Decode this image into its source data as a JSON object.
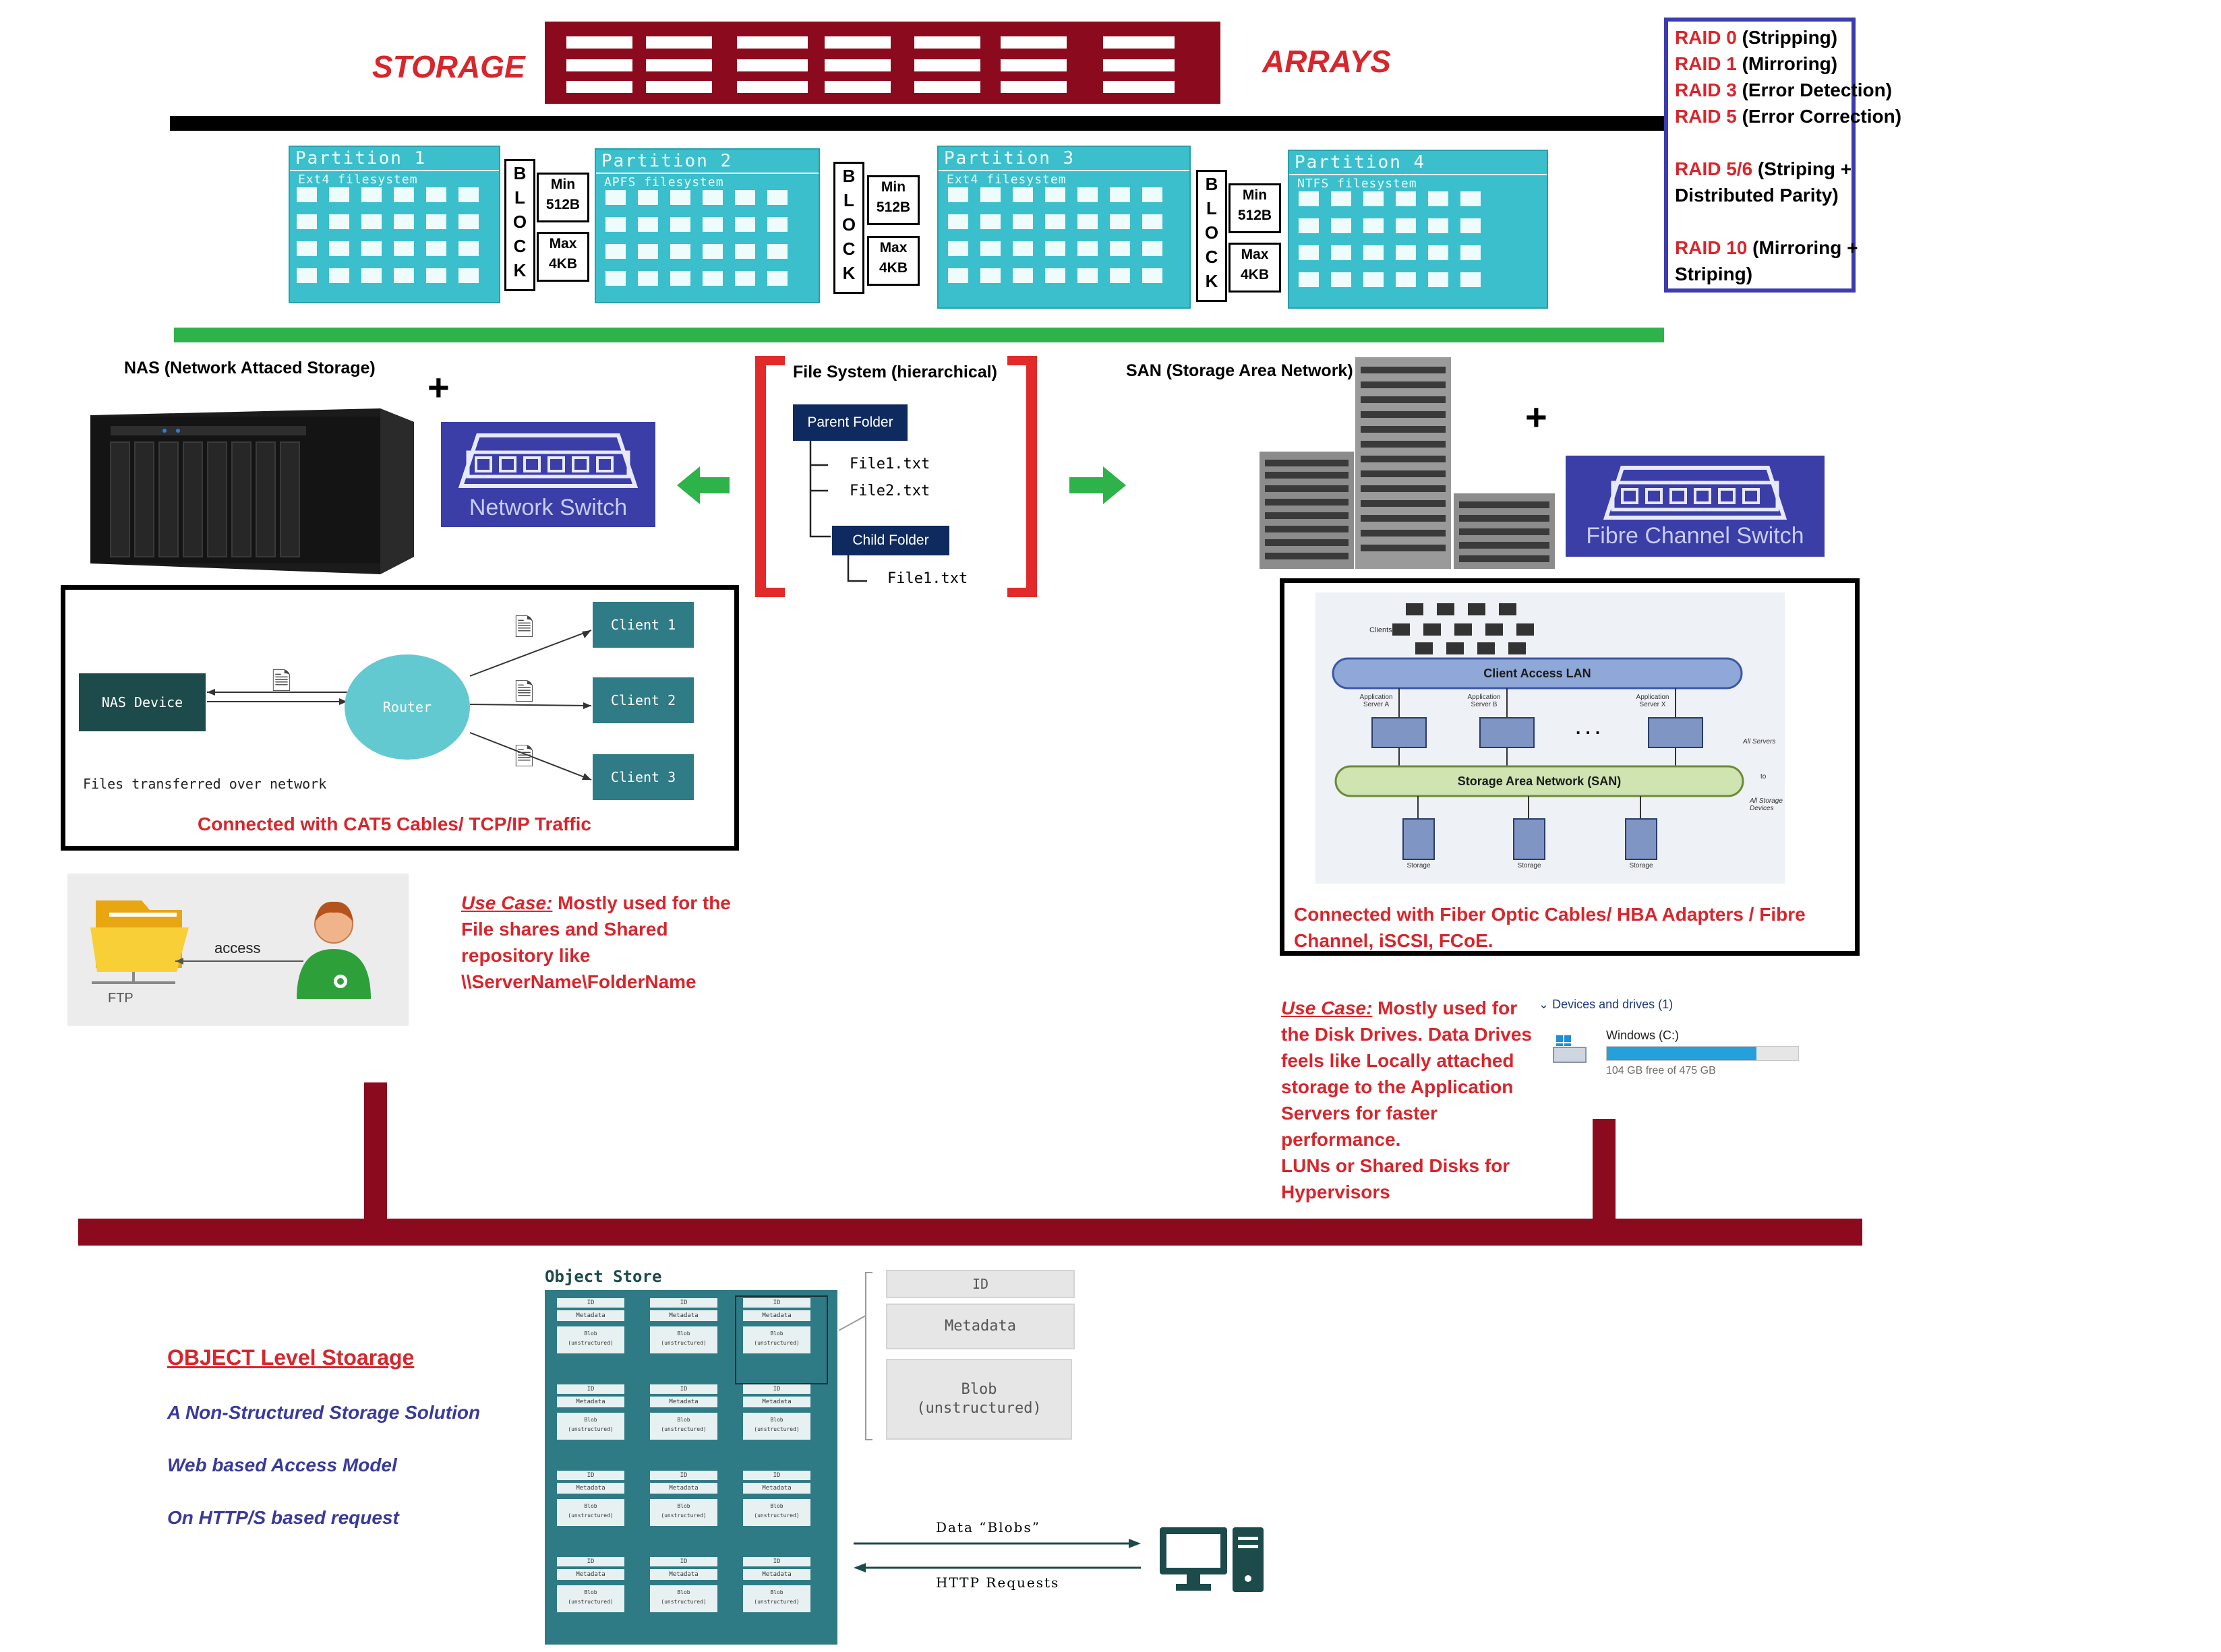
{
  "banner": {
    "left_label": "STORAGE",
    "right_label": "ARRAYS"
  },
  "raid": [
    {
      "code": "RAID 0",
      "desc": " (Stripping)"
    },
    {
      "code": "RAID 1",
      "desc": " (Mirroring)"
    },
    {
      "code": "RAID 3",
      "desc": " (Error Detection)"
    },
    {
      "code": "RAID 5",
      "desc": " (Error Correction)"
    },
    {
      "code": "RAID 5/6",
      "desc": " (Striping +",
      "desc2": "Distributed Parity)"
    },
    {
      "code": "RAID 10",
      "desc": " (Mirroring +",
      "desc2": "Striping)"
    }
  ],
  "partitions": [
    {
      "title": "Partition 1",
      "fs": "Ext4 filesystem"
    },
    {
      "title": "Partition 2",
      "fs": "APFS filesystem"
    },
    {
      "title": "Partition 3",
      "fs": "Ext4 filesystem"
    },
    {
      "title": "Partition 4",
      "fs": "NTFS filesystem"
    }
  ],
  "block": {
    "letters": [
      "B",
      "L",
      "O",
      "C",
      "K"
    ],
    "min_label": "Min",
    "min_value": "512B",
    "max_label": "Max",
    "max_value": "4KB"
  },
  "nas": {
    "title": "NAS (Network Attaced Storage)",
    "plus": "+",
    "switch_label": "Network Switch",
    "device_label": "NAS Device",
    "router_label": "Router",
    "clients": [
      "Client 1",
      "Client 2",
      "Client 3"
    ],
    "transfer_note": "Files transferred over network",
    "connection": "Connected with CAT5 Cables/ TCP/IP Traffic",
    "ftp_access": "access",
    "ftp_label": "FTP",
    "use_case_label": "Use Case:",
    "use_case_text": " Mostly used for the",
    "use_case_lines": [
      "File shares and Shared",
      "repository like",
      "\\\\ServerName\\FolderName"
    ]
  },
  "filesystem": {
    "title": "File System (hierarchical)",
    "parent": "Parent Folder",
    "files": [
      "File1.txt",
      "File2.txt"
    ],
    "child": "Child Folder",
    "child_file": "File1.txt"
  },
  "san": {
    "title": "SAN (Storage Area Network)",
    "plus": "+",
    "switch_label": "Fibre Channel Switch",
    "clients_label": "Clients",
    "lan_label": "Client Access LAN",
    "app_servers": [
      "Application Server A",
      "Application Server B",
      "Application Server X"
    ],
    "ellipsis": ". . .",
    "all_servers": "All Servers",
    "san_label": "Storage Area Network (SAN)",
    "to_label": "to",
    "all_storage": "All Storage Devices",
    "storage_label": "Storage",
    "connection_line1": "Connected with Fiber Optic Cables/ HBA Adapters / Fibre",
    "connection_line2": "Channel, iSCSI, FCoE.",
    "use_case_label": "Use Case:",
    "use_case_text": " Mostly used for",
    "use_case_lines": [
      "the Disk Drives. Data Drives",
      "feels like Locally attached",
      "storage to the Application",
      "Servers for faster",
      "performance.",
      "LUNs or Shared Disks for",
      "Hypervisors"
    ],
    "drives_header": "Devices and drives (1)",
    "drive_name": "Windows (C:)",
    "drive_free": "104 GB free of 475 GB",
    "drive_used_fraction": 0.78
  },
  "object": {
    "heading": "OBJECT Level Stoarage",
    "lines": [
      "A Non-Structured Storage Solution",
      "Web based Access Model",
      "On HTTP/S based request"
    ],
    "store_title": "Object Store",
    "cell_id": "ID",
    "cell_meta": "Metadata",
    "cell_blob": "Blob",
    "cell_blob2": "(unstructured)",
    "detail_id": "ID",
    "detail_meta": "Metadata",
    "detail_blob": "Blob",
    "detail_blob2": "(unstructured)",
    "data_label": "Data “Blobs”",
    "http_label": "HTTP Requests"
  },
  "colors": {
    "maroon": "#8b0a1e",
    "teal": "#3bbfcc",
    "green": "#2eb34a",
    "red": "#d7262c",
    "navy": "#3a3a9c",
    "switch_blue": "#3a3ea6"
  }
}
